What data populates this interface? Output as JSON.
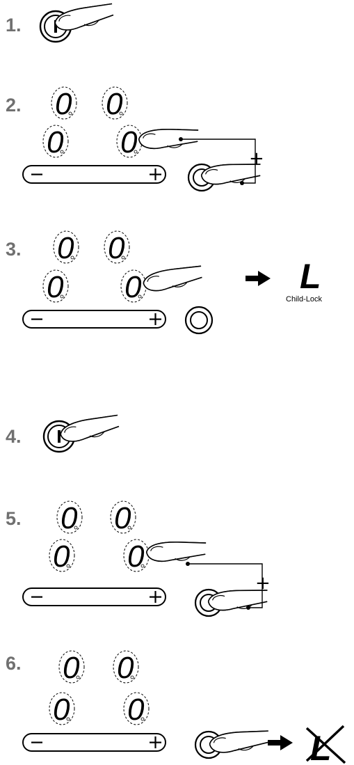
{
  "steps": [
    {
      "number": "1."
    },
    {
      "number": "2."
    },
    {
      "number": "3."
    },
    {
      "number": "4."
    },
    {
      "number": "5."
    },
    {
      "number": "6."
    }
  ],
  "display_digit": "0",
  "slider": {
    "minus": "−",
    "plus": "+"
  },
  "plus_sign": "+",
  "child_lock": {
    "symbol": "L",
    "caption": "Child-Lock"
  },
  "arrow_icon": "right-arrow-icon"
}
